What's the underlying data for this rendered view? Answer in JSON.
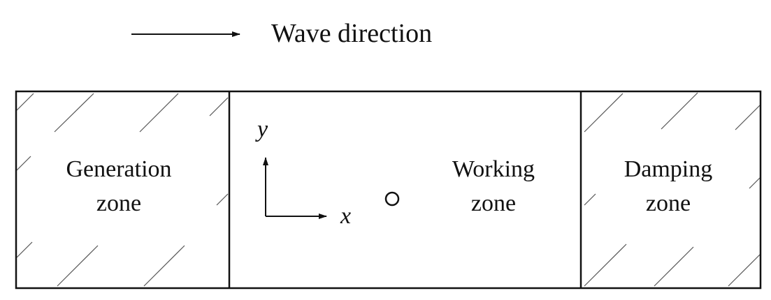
{
  "legend": {
    "label": "Wave direction"
  },
  "zones": {
    "generation": {
      "line1": "Generation",
      "line2": "zone"
    },
    "working": {
      "line1": "Working",
      "line2": "zone"
    },
    "damping": {
      "line1": "Damping",
      "line2": "zone"
    }
  },
  "axes": {
    "x_label": "x",
    "y_label": "y"
  },
  "colors": {
    "line": "#111111",
    "hatch": "#555555",
    "background": "#ffffff"
  }
}
